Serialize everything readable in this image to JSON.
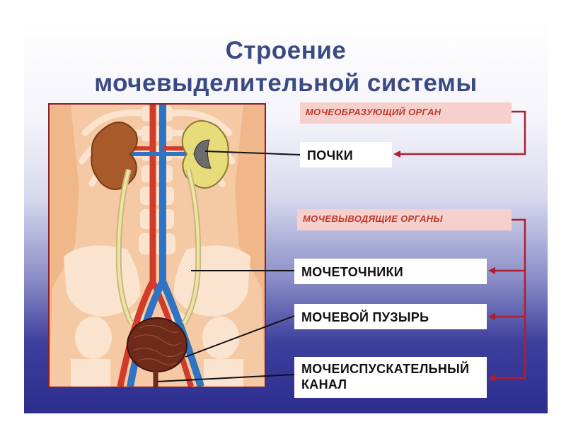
{
  "title": {
    "line1": "Строение",
    "line2": "мочевыделительной системы"
  },
  "labels": {
    "forming_organ": "МОЧЕОБРАЗУЮЩИЙ ОРГАН",
    "kidneys": "ПОЧКИ",
    "excretory_organs": "МОЧЕВЫВОДЯЩИЕ  ОРГАНЫ",
    "ureters": "МОЧЕТОЧНИКИ",
    "bladder": "МОЧЕВОЙ ПУЗЫРЬ",
    "urethra_line1": "МОЧЕИСПУСКАТЕЛЬНЫЙ",
    "urethra_line2": "КАНАЛ"
  },
  "colors": {
    "title": "#3b4a83",
    "bracket": "#b01e2e",
    "pink_box": "#f6d0cc",
    "pink_text": "#c0392b",
    "slide_bottom": "#2c2d8d"
  }
}
